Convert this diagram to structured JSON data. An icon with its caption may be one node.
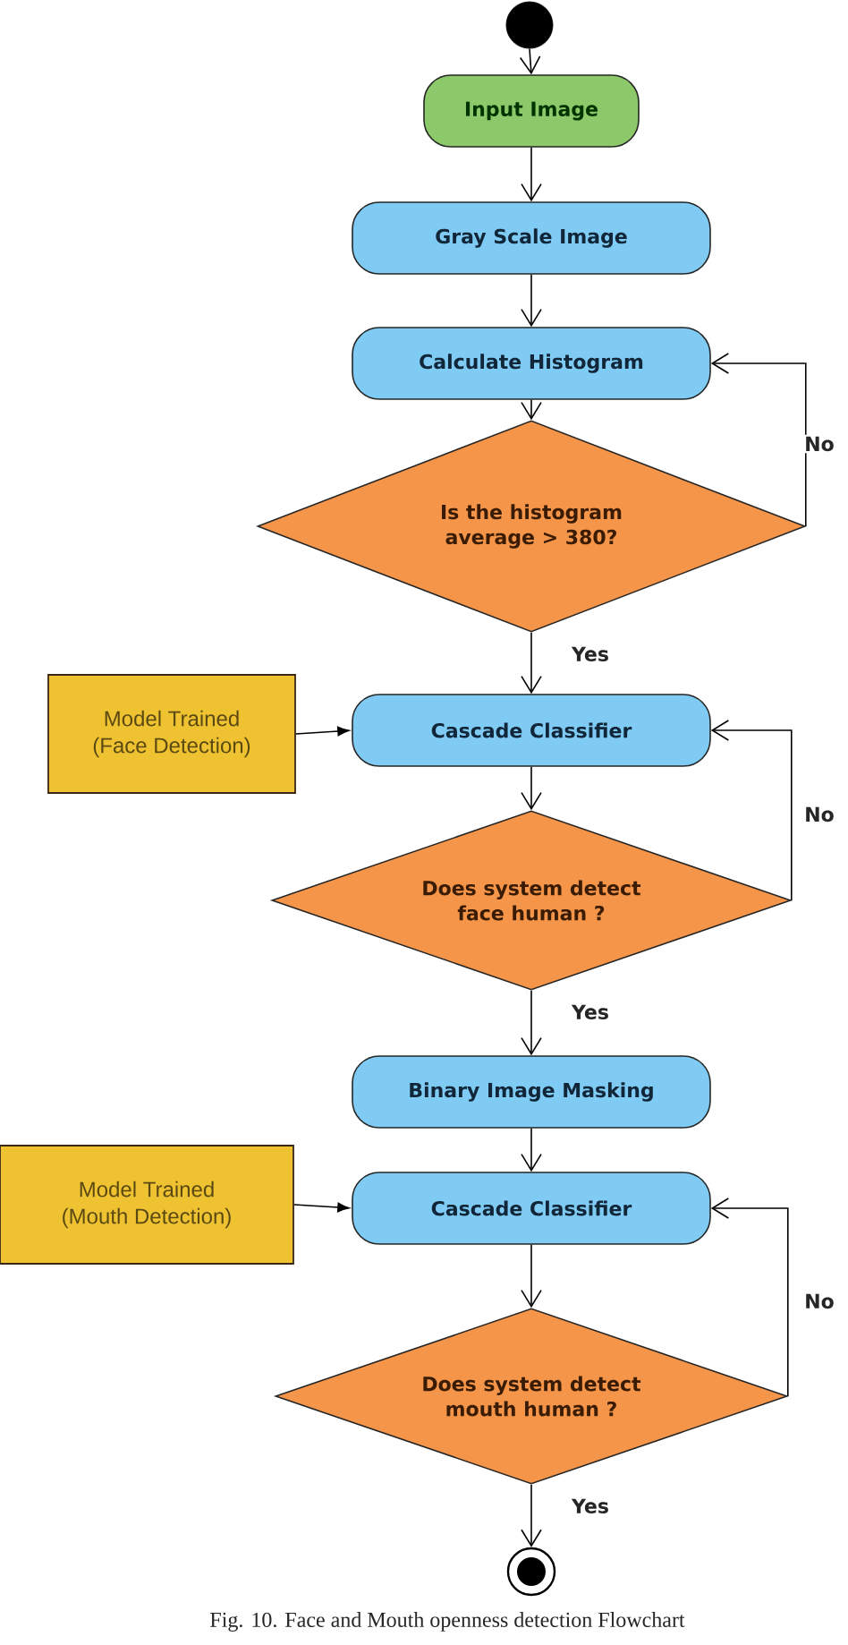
{
  "diagram": {
    "caption": "Fig. 10. Face and Mouth openness detection Flowchart",
    "nodes": [
      {
        "text": [],
        "shape": "circle"
      },
      {
        "text": [
          "Input Image"
        ]
      },
      {
        "text": [
          "Gray Scale Image"
        ]
      },
      {
        "text": [
          "Calculate Histogram"
        ]
      },
      {
        "text": [
          "Is the histogram average > 380?"
        ]
      },
      {
        "text": [
          "Model Trained (Face Detection)"
        ]
      },
      {
        "text": [
          "Cascade Classifier"
        ]
      },
      {
        "text": [
          "Does system detect face human ?"
        ]
      },
      {
        "text": [
          "Binary Image Masking"
        ]
      },
      {
        "text": [
          "Model Trained (Mouth Detection)"
        ]
      },
      {
        "text": [
          "Cascade Classifier"
        ]
      },
      {
        "text": [
          "Does system detect mouth human ?"
        ]
      },
      {
        "text": [],
        "shape": "circle"
      }
    ],
    "edges": [
      {
        "from": 0,
        "to": 1,
        "arrow": "to"
      },
      {
        "from": 1,
        "to": 2,
        "arrow": "to"
      },
      {
        "from": 2,
        "to": 3,
        "arrow": "to"
      },
      {
        "from": 3,
        "to": 4,
        "arrow": "to"
      },
      {
        "from": 4,
        "to": 6,
        "arrow": "to",
        "label": "Yes"
      },
      {
        "from": 4,
        "to": 3,
        "arrow": "to",
        "label": "No"
      },
      {
        "from": 5,
        "to": 6,
        "arrow": "to"
      },
      {
        "from": 6,
        "to": 7,
        "arrow": "to"
      },
      {
        "from": 7,
        "to": 8,
        "arrow": "to",
        "label": "Yes"
      },
      {
        "from": 7,
        "to": 6,
        "arrow": "to",
        "label": "No"
      },
      {
        "from": 8,
        "to": 10,
        "arrow": "to"
      },
      {
        "from": 9,
        "to": 10,
        "arrow": "to"
      },
      {
        "from": 10,
        "to": 11,
        "arrow": "to"
      },
      {
        "from": 11,
        "to": 12,
        "arrow": "to",
        "label": "Yes"
      },
      {
        "from": 11,
        "to": 10,
        "arrow": "to",
        "label": "No"
      }
    ]
  }
}
